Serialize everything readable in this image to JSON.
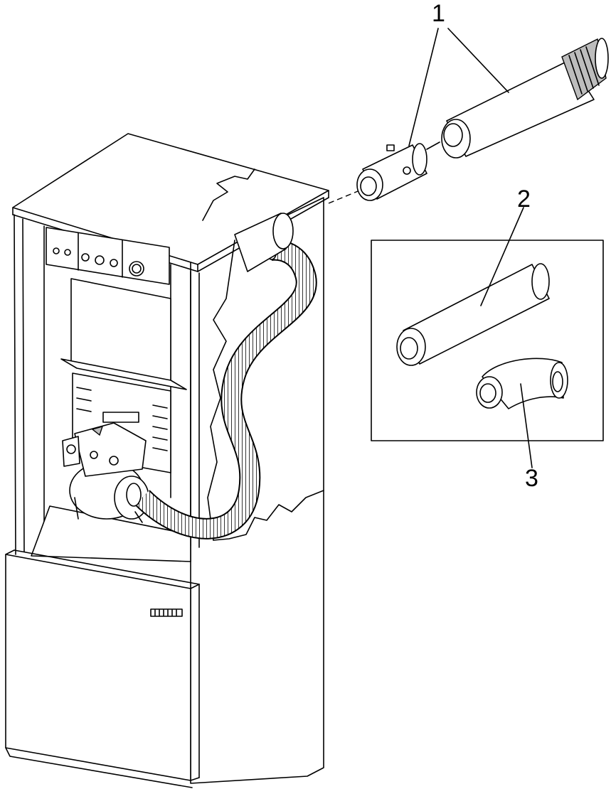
{
  "callouts": {
    "item1": "1",
    "item2": "2",
    "item3": "3"
  }
}
